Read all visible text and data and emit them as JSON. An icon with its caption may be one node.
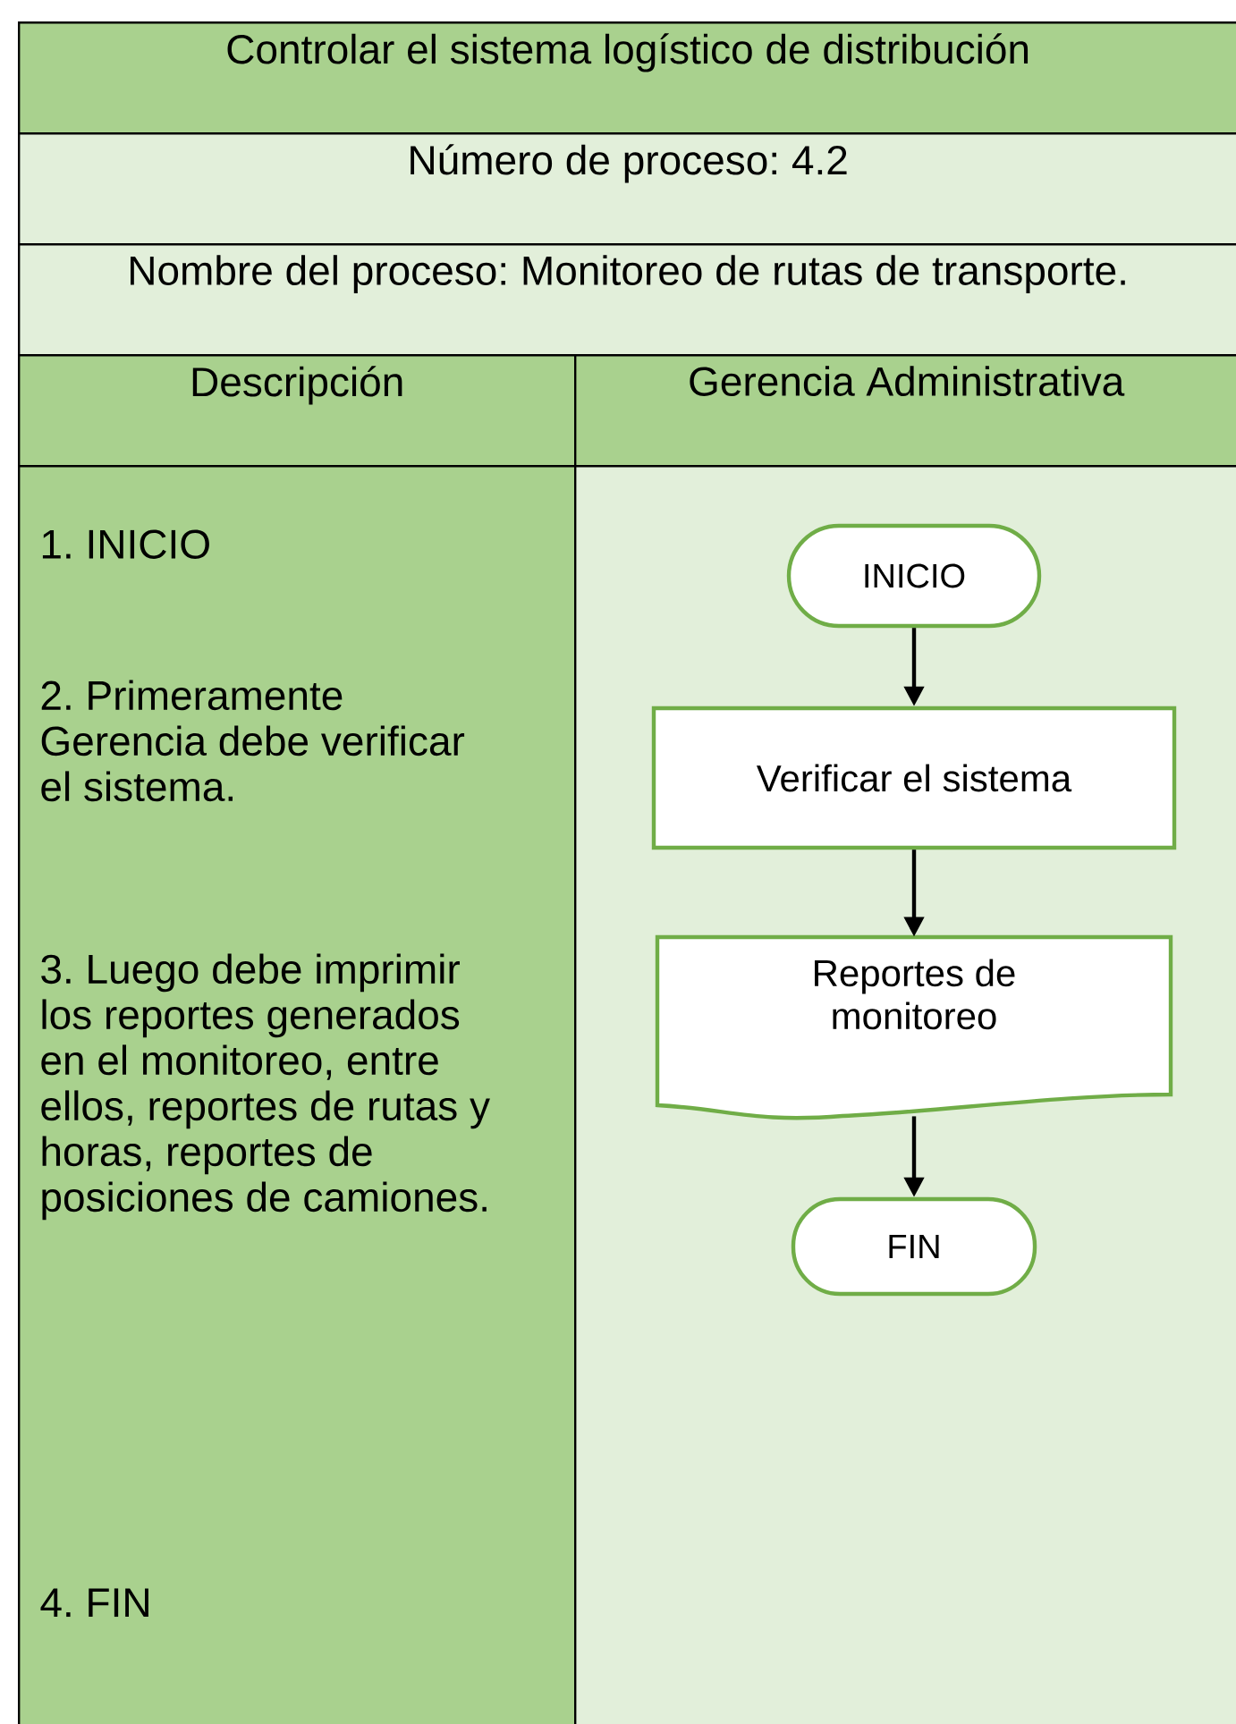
{
  "diagram": {
    "nodes": [
      {
        "text": [
          "Controlar el sistema logístico de distribución"
        ]
      },
      {
        "text": [
          "Número de proceso: 4.2"
        ]
      },
      {
        "text": [
          "Nombre del proceso: Monitoreo de rutas de transporte."
        ]
      },
      {
        "text": [
          "Descripción"
        ]
      },
      {
        "text": [
          "Gerencia Administrativa"
        ]
      },
      {
        "text": [
          "1. INICIO",
          "2. Primeramente Gerencia debe verificar el sistema.",
          "3. Luego debe imprimir los reportes generados en el monitoreo, entre ellos, reportes de rutas y horas, reportes de posiciones de camiones.",
          "4. FIN"
        ]
      },
      {
        "text": [],
        "shape": "box"
      },
      {
        "text": [
          "INICIO"
        ],
        "in": 6
      },
      {
        "text": [
          "Verificar el sistema"
        ],
        "in": 6
      },
      {
        "text": [
          "Reportes de monitoreo"
        ],
        "in": 6
      },
      {
        "text": [
          "FIN"
        ],
        "in": 6
      }
    ],
    "edges": [
      {
        "from": 7,
        "to": 8,
        "arrow": "to"
      },
      {
        "from": 8,
        "to": 9,
        "arrow": "to"
      },
      {
        "from": 9,
        "to": 10,
        "arrow": "to"
      }
    ]
  }
}
